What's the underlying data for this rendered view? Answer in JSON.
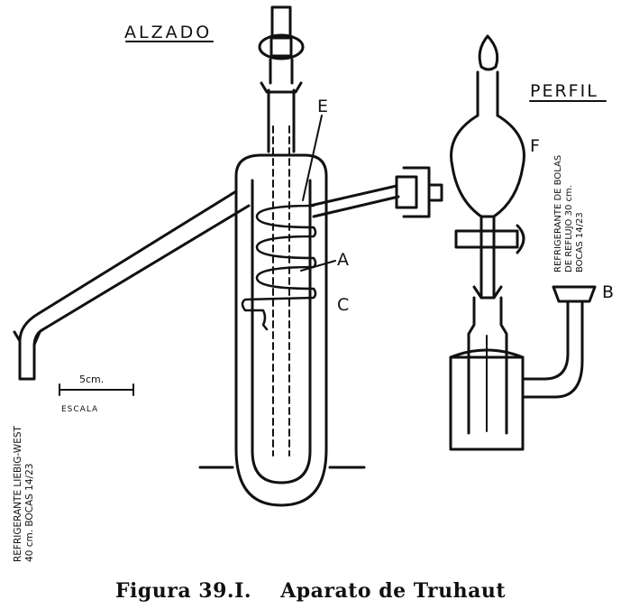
{
  "labels": {
    "alzado": "ALZADO",
    "perfil": "PERFIL",
    "a": "A",
    "b": "B",
    "c": "C",
    "e": "E",
    "f": "F"
  },
  "scale": {
    "length": "5cm.",
    "label": "ESCALA"
  },
  "notes": {
    "liebig_line1": "REFRIGERANTE LIEBIG-WEST",
    "liebig_line2": "40 cm. BOCAS 14/23",
    "bolas_line1": "REFRIGERANTE DE BOLAS",
    "bolas_line2": "DE REFLUJO 30 cm.",
    "bolas_line3": "BOCAS 14/23"
  },
  "caption": {
    "number": "Figura 39.I.",
    "title": "Aparato de Truhaut"
  }
}
